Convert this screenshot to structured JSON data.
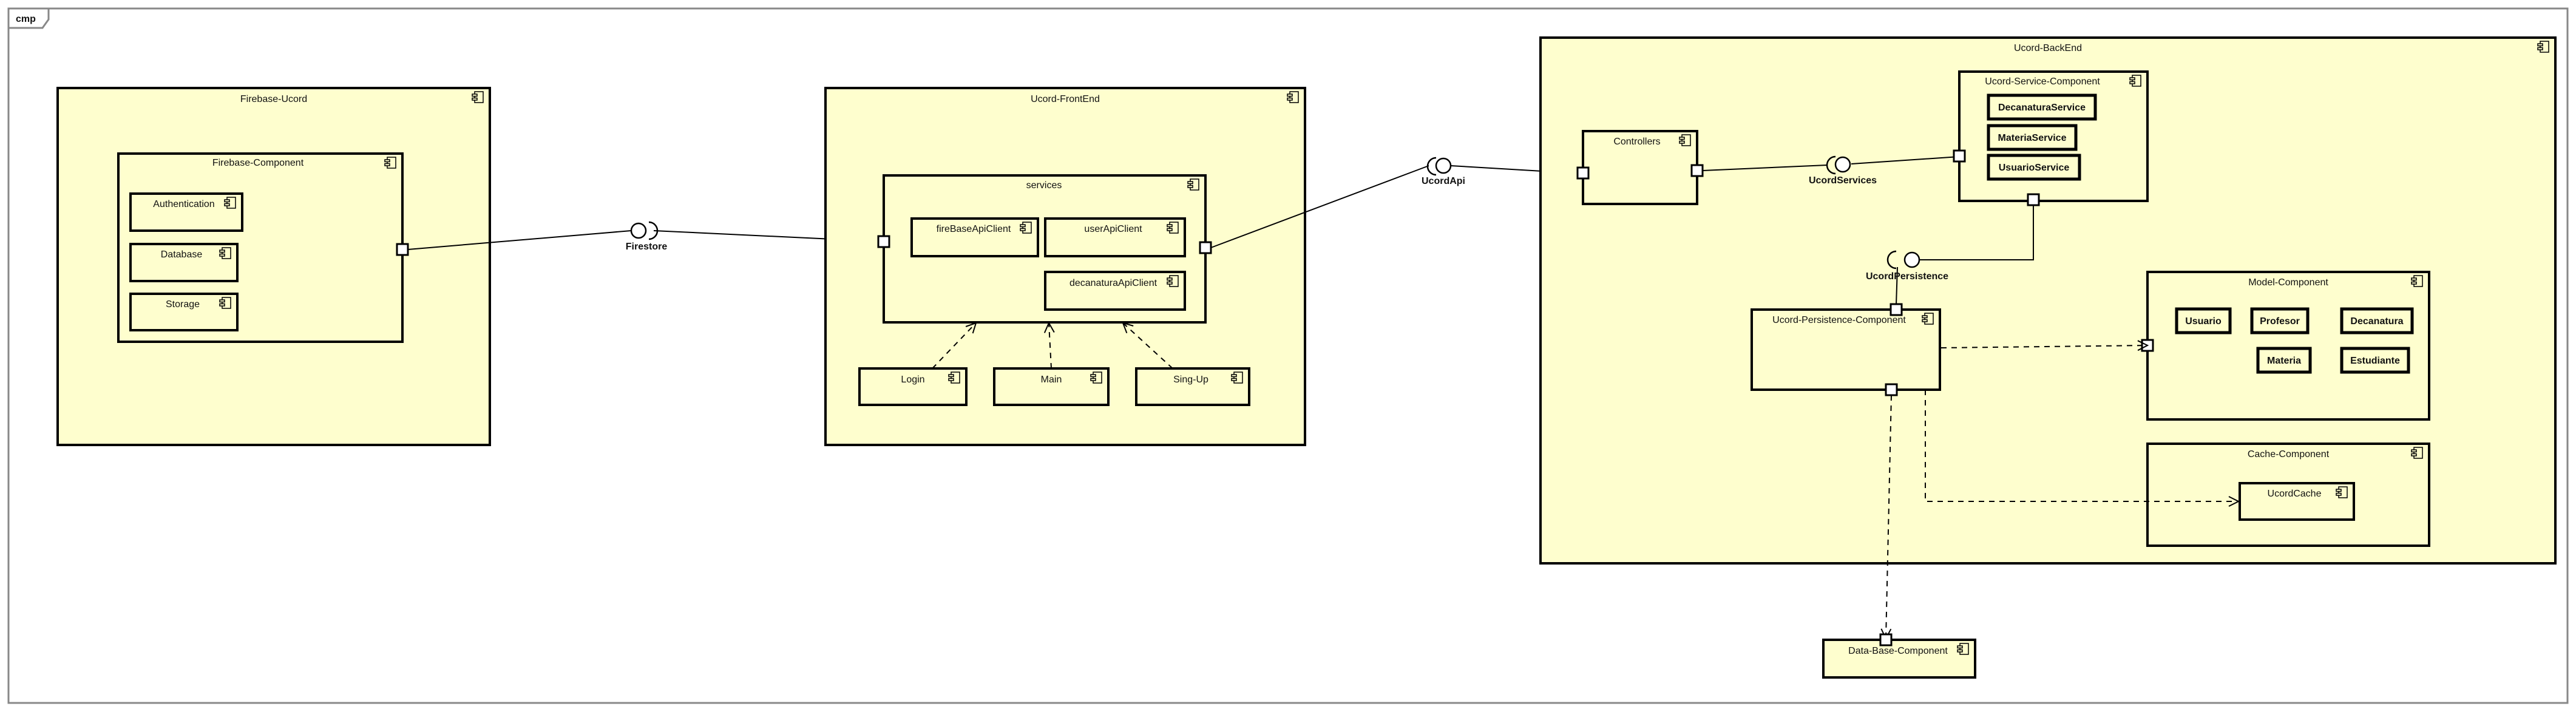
{
  "diagram": {
    "frame_label": "cmp",
    "firebase": {
      "title": "Firebase-Ucord",
      "component": "Firebase-Component",
      "items": [
        "Authentication",
        "Database",
        "Storage"
      ]
    },
    "frontend": {
      "title": "Ucord-FrontEnd",
      "services": "services",
      "clients": [
        "fireBaseApiClient",
        "userApiClient",
        "decanaturaApiClient"
      ],
      "views": [
        "Login",
        "Main",
        "Sing-Up"
      ]
    },
    "interfaces": {
      "firestore": "Firestore",
      "ucord_api": "UcordApi",
      "ucord_services": "UcordServices",
      "ucord_persistence": "UcordPersistence"
    },
    "backend": {
      "title": "Ucord-BackEnd",
      "controllers": "Controllers",
      "service_component": "Ucord-Service-Component",
      "services": [
        "DecanaturaService",
        "MateriaService",
        "UsuarioService"
      ],
      "persistence_component": "Ucord-Persistence-Component",
      "model_component": "Model-Component",
      "models": [
        "Usuario",
        "Profesor",
        "Decanatura",
        "Materia",
        "Estudiante"
      ],
      "cache_component": "Cache-Component",
      "cache": "UcordCache"
    },
    "database_component": "Data-Base-Component"
  }
}
